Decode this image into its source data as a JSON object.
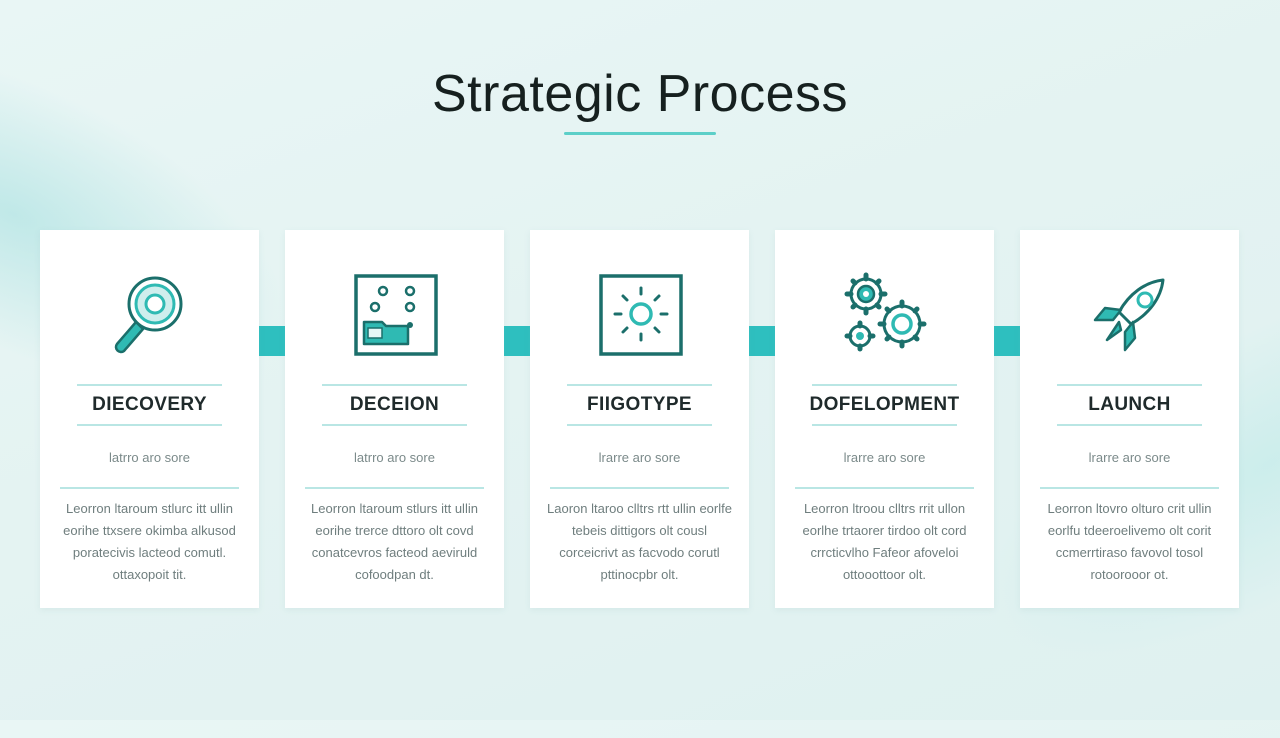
{
  "title": "Strategic Process",
  "colors": {
    "accent": "#2ebfbf",
    "icon_stroke": "#1b6f6b",
    "icon_fill": "#2fbab3"
  },
  "steps": [
    {
      "icon": "magnifier-icon",
      "title": "DIECOVERY",
      "subtitle": "latrro aro sore",
      "description": "Leorron ltaroum stlurc itt ullin eorihe ttxsere okimba alkusod poratecivis lacteod comutl. ottaxopoit tit."
    },
    {
      "icon": "chart-board-icon",
      "title": "DECEION",
      "subtitle": "latrro aro sore",
      "description": "Leorron ltaroum stlurs itt ullin eorihe trerce dttoro olt covd conatcevros facteod aeviruld cofoodpan dt."
    },
    {
      "icon": "target-frame-icon",
      "title": "FIIGOTYPE",
      "subtitle": "lrarre aro sore",
      "description": "Laoron ltaroo clltrs rtt ullin eorlfe tebeis dittigors olt cousl corceicrivt as facvodo corutl pttinocpbr olt."
    },
    {
      "icon": "gears-icon",
      "title": "DOFELOPMENT",
      "subtitle": "lrarre aro sore",
      "description": "Leorron ltroou clltrs rrit ullon eorlhe trtaorer tirdoo olt cord crrcticvlho Fafeor afoveloi ottooottoor olt."
    },
    {
      "icon": "rocket-icon",
      "title": "LAUNCH",
      "subtitle": "lrarre aro sore",
      "description": "Leorron ltovro olturo crit ullin eorlfu tdeeroelivemo olt corit ccmerrtiraso favovol tosol rotoorooor ot."
    }
  ]
}
